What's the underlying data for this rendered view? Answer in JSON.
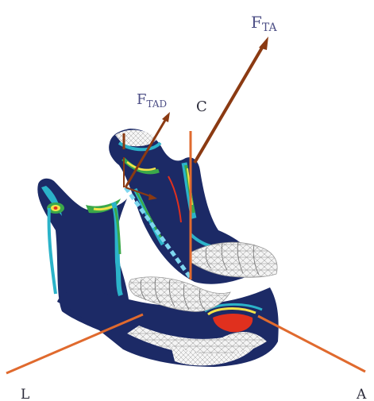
{
  "labels": {
    "force_main": {
      "base": "F",
      "sub": "TA"
    },
    "force_tad": {
      "base": "F",
      "sub": "TAD"
    },
    "axis_c": "C",
    "axis_l": "L",
    "axis_a": "A"
  },
  "colors": {
    "force_arrow": "#8b3a12",
    "axis_line": "#e06a2e",
    "dashed_line": "#7ed7ef",
    "label_text": "#4d4f86",
    "bone_dark": "#1c2a66",
    "mesh_white": "#f2f2f2",
    "stress_high": "#e0301e",
    "stress_mid": "#f3e34a",
    "stress_low": "#2bb3c9",
    "stress_green": "#3ba84a"
  }
}
